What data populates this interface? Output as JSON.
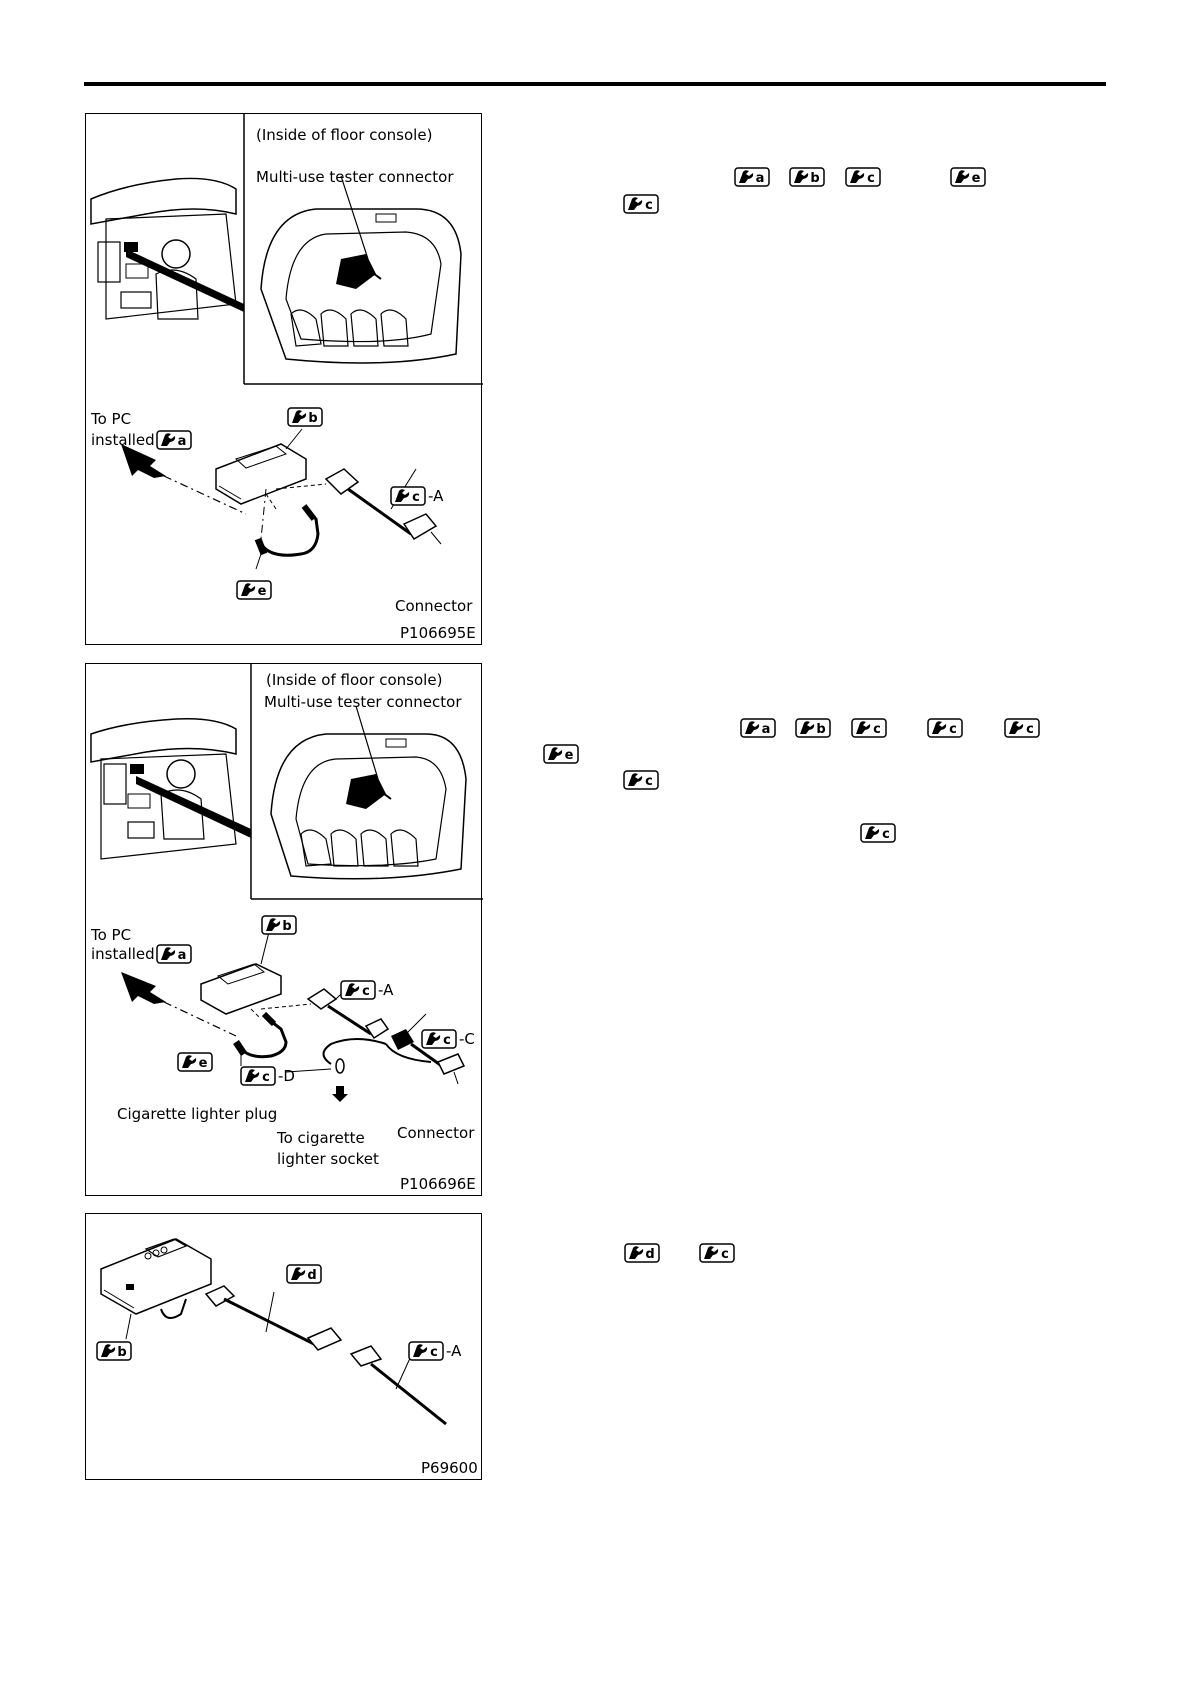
{
  "figures": [
    {
      "id": "P106695E",
      "inset_caption": "(Inside of floor console)",
      "connector_label": "Multi-use tester connector",
      "to_pc": "To PC",
      "installed": "installed",
      "suffix_A": "-A",
      "connector": "Connector",
      "code": "P106695E",
      "tools": [
        "a",
        "b",
        "c",
        "e"
      ]
    },
    {
      "id": "P106696E",
      "inset_caption": "(Inside of floor console)",
      "connector_label": "Multi-use tester connector",
      "to_pc": "To PC",
      "installed": "installed",
      "suffix_A": "-A",
      "suffix_C": "-C",
      "suffix_D": "-D",
      "cig_plug": "Cigarette lighter plug",
      "to_cig_1": "To cigarette",
      "to_cig_2": "lighter socket",
      "connector": "Connector",
      "code": "P106696E",
      "tools": [
        "a",
        "b",
        "c",
        "e"
      ]
    },
    {
      "id": "P69600",
      "suffix_A": "-A",
      "code": "P69600",
      "tools": [
        "b",
        "c",
        "d"
      ]
    }
  ],
  "text_refs": {
    "para1_line1": [
      "a",
      "b",
      "c",
      "e"
    ],
    "para1_line2": [
      "c"
    ],
    "para2_line1": [
      "a",
      "b",
      "c",
      "c",
      "c"
    ],
    "para2_line2": [
      "e"
    ],
    "para2_line3": [
      "c"
    ],
    "para2_line4": [
      "c"
    ],
    "para3_line1": [
      "d",
      "c"
    ]
  }
}
